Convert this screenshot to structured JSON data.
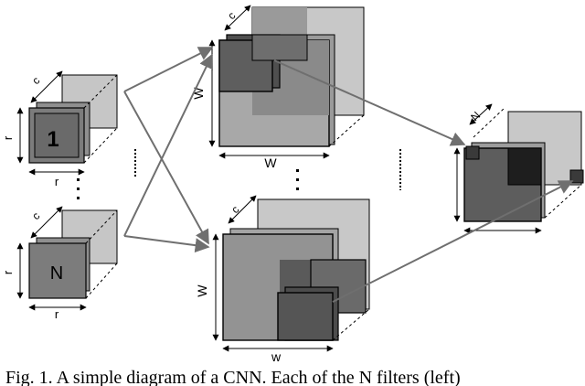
{
  "labels": {
    "c": "c",
    "r": "r",
    "w": "w",
    "W": "W",
    "N": "N",
    "one": "1"
  },
  "caption": "Fig. 1. A simple diagram of a CNN. Each of the N filters (left)"
}
